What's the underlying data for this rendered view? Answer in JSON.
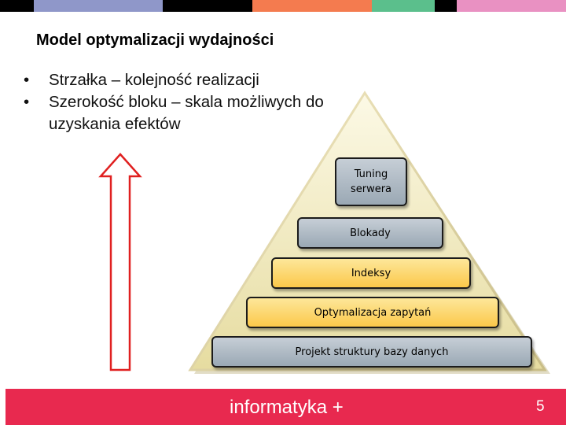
{
  "title": "Model optymalizacji wydajności",
  "bullets": [
    "Strzałka – kolejność realizacji",
    "Szerokość bloku – skala możliwych do uzyskania efektów"
  ],
  "bullet_char": "•",
  "pyramid": {
    "levels": [
      {
        "label_lines": [
          "Tuning",
          "serwera"
        ],
        "style": "grey"
      },
      {
        "label_lines": [
          "Blokady"
        ],
        "style": "grey"
      },
      {
        "label_lines": [
          "Indeksy"
        ],
        "style": "yellow"
      },
      {
        "label_lines": [
          "Optymalizacja zapytań"
        ],
        "style": "yellow"
      },
      {
        "label_lines": [
          "Projekt struktury bazy danych"
        ],
        "style": "grey"
      }
    ]
  },
  "footer": {
    "brand": "informatyka +",
    "page_number": "5"
  },
  "colors": {
    "topbar": [
      "#000000",
      "#8f97c9",
      "#000000",
      "#f47b4f",
      "#5bbf8c",
      "#000000",
      "#e991c2"
    ],
    "arrow_stroke": "#e02020",
    "footer": "#e8294f",
    "pyramid_fill_top": "#fbf7d8",
    "pyramid_fill_bottom": "#e7dda0"
  }
}
